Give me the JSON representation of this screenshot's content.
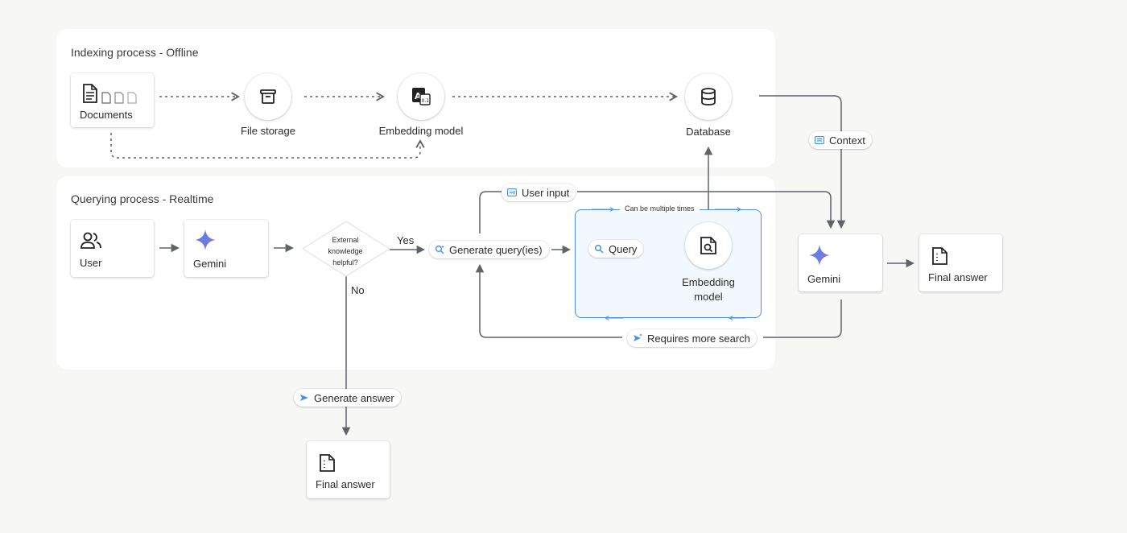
{
  "indexing": {
    "title": "Indexing process - Offline",
    "documents_label": "Documents",
    "file_storage_label": "File storage",
    "embedding_model_label": "Embedding model",
    "database_label": "Database"
  },
  "querying": {
    "title": "Querying process - Realtime",
    "user_label": "User",
    "gemini_label": "Gemini",
    "decision_line1": "External",
    "decision_line2": "knowledge",
    "decision_line3": "helpful?",
    "yes_label": "Yes",
    "no_label": "No",
    "generate_queries_label": "Generate query(ies)",
    "user_input_label": "User input",
    "multiple_times_label": "Can be multiple times",
    "query_label": "Query",
    "embedding_model_line1": "Embedding",
    "embedding_model_line2": "model",
    "requires_more_search_label": "Requires more search"
  },
  "right": {
    "context_label": "Context",
    "gemini_label": "Gemini",
    "final_answer_label": "Final answer"
  },
  "bottom": {
    "generate_answer_label": "Generate answer",
    "final_answer_label": "Final answer"
  },
  "colors": {
    "accent_blue": "#4a90e2",
    "gemini_blue": "#4285f4",
    "line": "#5f6368"
  }
}
